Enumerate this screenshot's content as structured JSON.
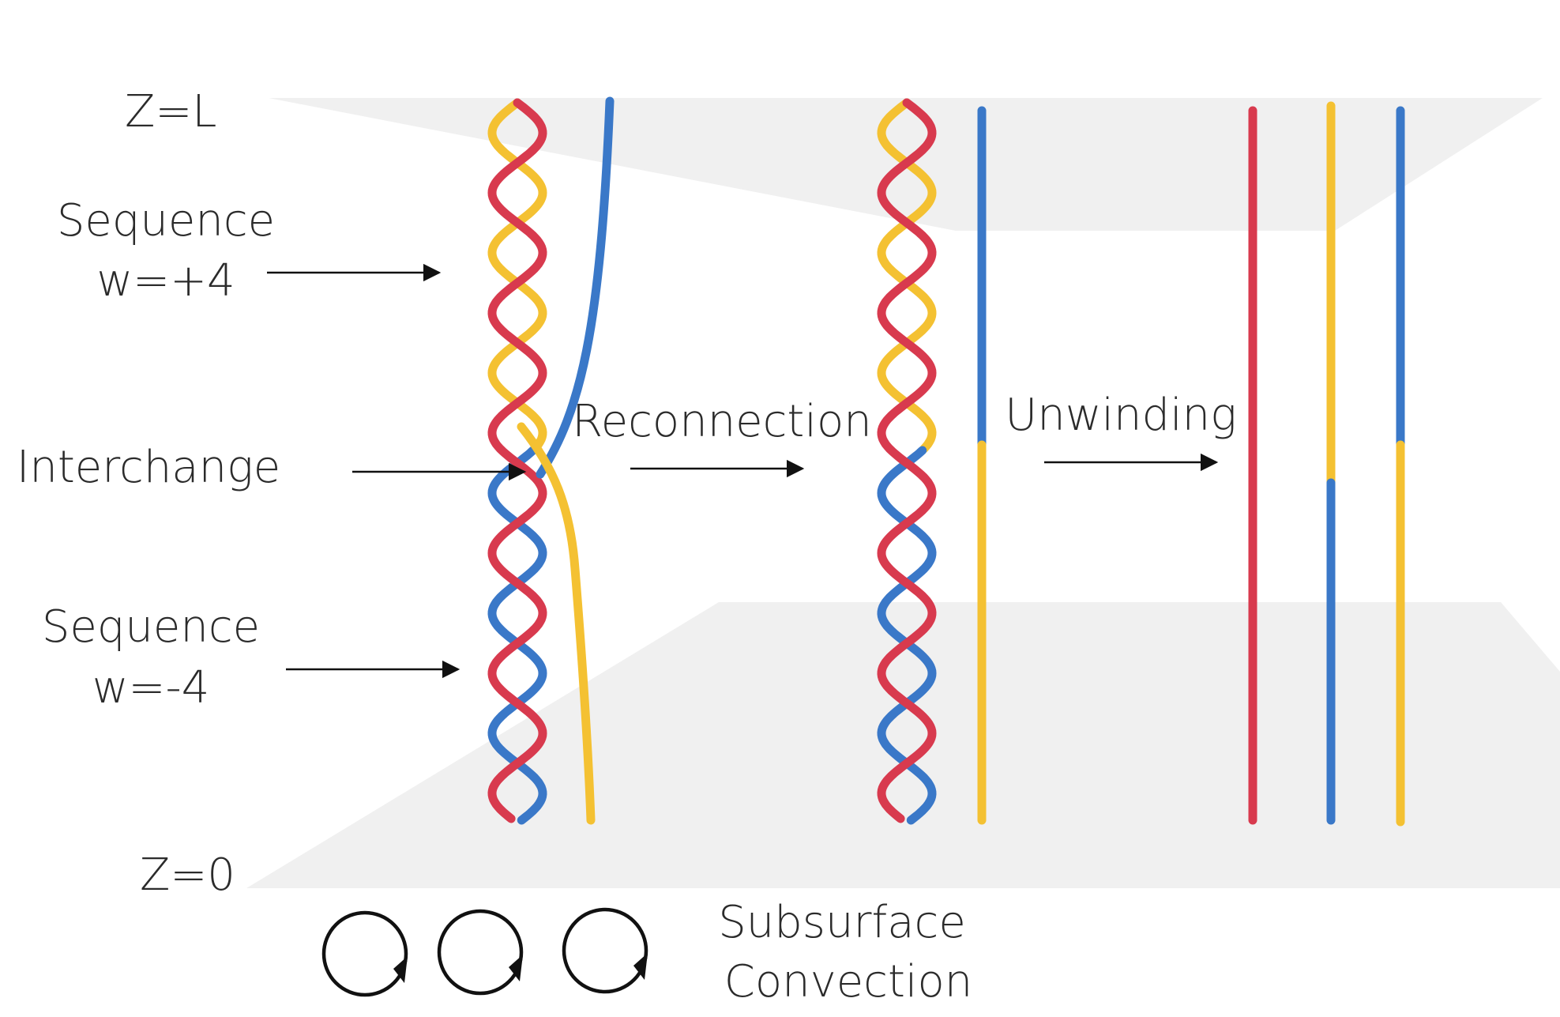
{
  "planes": {
    "top_label": "Z=L",
    "bottom_label": "Z=0",
    "plane_color": "#f0f0f0"
  },
  "labels": {
    "sequence_pos": [
      "Sequence",
      "w=+4"
    ],
    "interchange": "Interchange",
    "sequence_neg": [
      "Sequence",
      "w=-4"
    ],
    "reconnection": "Reconnection",
    "unwinding": "Unwinding",
    "convection": [
      "Subsurface",
      "Convection"
    ]
  },
  "colors": {
    "red": "#d83a4e",
    "yellow": "#f4c132",
    "blue": "#3a78c8",
    "arrow": "#111111"
  },
  "stages": [
    {
      "name": "braided-with-interchange",
      "strands": [
        "red",
        "yellow",
        "blue"
      ]
    },
    {
      "name": "after-reconnection",
      "strands": [
        "red",
        "yellow",
        "blue"
      ]
    },
    {
      "name": "unwound",
      "strands": [
        "red",
        "yellow",
        "blue"
      ]
    }
  ],
  "convection_cells": {
    "count": 3,
    "icon": "circular-arrow-icon"
  }
}
